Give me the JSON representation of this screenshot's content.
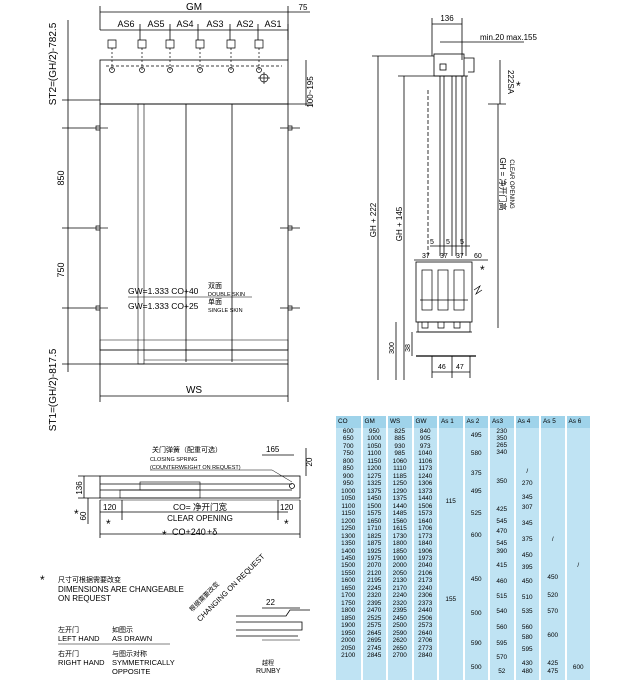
{
  "front_view": {
    "gm": "GM",
    "dim_75": "75",
    "as_labels": [
      "AS6",
      "AS5",
      "AS4",
      "AS3",
      "AS2",
      "AS1"
    ],
    "st2": "ST2=(GH/2)-782.5",
    "st1": "ST1=(GH/2)-817.5",
    "dim_850": "850",
    "dim_750": "750",
    "dim_100_195": "100~195",
    "gw_double": "GW=1.333 CO+40",
    "double_cn": "双面",
    "double_en": "DOUBLE SKIN",
    "gw_single": "GW=1.333 CO+25",
    "single_cn": "单面",
    "single_en": "SINGLE SKIN",
    "ws": "WS"
  },
  "side_view": {
    "dim_136": "136",
    "min_max": "min.20  max.155",
    "sa": "222SA",
    "asterisk": "*",
    "gh222": "GH + 222",
    "gh145": "GH + 145",
    "gh_clear_cn": "GH = 净开门高",
    "gh_clear_en": "CLEAR OPENING",
    "d5": [
      "5",
      "5",
      "5"
    ],
    "d37": [
      "37",
      "37",
      "37"
    ],
    "d60": "60",
    "d300": "300",
    "d38": "38",
    "d46": "46",
    "d47": "47"
  },
  "plan_view": {
    "spring_cn": "关门弹簧（配重可选）",
    "spring_en1": "CLOSING SPRING",
    "spring_en2": "(COUNTERWEIGHT ON REQUEST)",
    "d165": "165",
    "d20": "20",
    "d136": "136",
    "d60": "60",
    "d120a": "120",
    "d120b": "120",
    "co_cn": "CO= 净开门宽",
    "co_en": "CLEAR OPENING",
    "co240": "CO+240",
    "co240_tail": "+δ",
    "star": "*"
  },
  "notes": {
    "star": "*",
    "dim_cn": "尺寸可根据需要改变",
    "dim_en1": "DIMENSIONS ARE CHANGEABLE",
    "dim_en2": "ON REQUEST",
    "lh_cn": "左开门",
    "lh_en": "LEFT HAND",
    "as_drawn_cn": "如图示",
    "as_drawn_en": "AS DRAWN",
    "rh_cn": "右开门",
    "rh_en": "RIGHT HAND",
    "sym_cn": "与图示对称",
    "sym_en1": "SYMMETRICALLY",
    "sym_en2": "OPPOSITE",
    "change_cn": "根据需要改变",
    "change_en": "CHANGING ON REQUEST",
    "d22": "22",
    "runby_cn": "越程",
    "runby_en": "RUNBY"
  },
  "table": {
    "headers": [
      "CO",
      "GM",
      "WS",
      "GW",
      "As 1",
      "As 2",
      "As3",
      "As 4",
      "As 5",
      "As 6"
    ],
    "co": [
      "600",
      "650",
      "700",
      "750",
      "800",
      "850",
      "900",
      "950",
      "1000",
      "1050",
      "1100",
      "1150",
      "1200",
      "1250",
      "1300",
      "1350",
      "1400",
      "1450",
      "1500",
      "1550",
      "1600",
      "1650",
      "1700",
      "1750",
      "1800",
      "1850",
      "1900",
      "1950",
      "2000",
      "2050",
      "2100"
    ],
    "gm": [
      "950",
      "1000",
      "1050",
      "1100",
      "1150",
      "1200",
      "1275",
      "1325",
      "1375",
      "1450",
      "1500",
      "1575",
      "1650",
      "1710",
      "1825",
      "1875",
      "1925",
      "1975",
      "2070",
      "2120",
      "2195",
      "2245",
      "2320",
      "2395",
      "2470",
      "2525",
      "2575",
      "2645",
      "2695",
      "2745",
      "2845"
    ],
    "ws": [
      "825",
      "885",
      "930",
      "985",
      "1060",
      "1110",
      "1185",
      "1250",
      "1290",
      "1375",
      "1440",
      "1485",
      "1560",
      "1615",
      "1730",
      "1800",
      "1850",
      "1900",
      "2000",
      "2050",
      "2130",
      "2170",
      "2240",
      "2320",
      "2395",
      "2450",
      "2500",
      "2590",
      "2620",
      "2650",
      "2700"
    ],
    "gw": [
      "840",
      "905",
      "973",
      "1040",
      "1106",
      "1173",
      "1240",
      "1306",
      "1373",
      "1440",
      "1506",
      "1573",
      "1640",
      "1706",
      "1773",
      "1840",
      "1906",
      "1973",
      "2040",
      "2106",
      "2173",
      "2240",
      "2306",
      "2373",
      "2440",
      "2506",
      "2573",
      "2640",
      "2706",
      "2773",
      "2840"
    ],
    "as1": [
      "115",
      "155"
    ],
    "as2": [
      "495",
      "580",
      "375",
      "495",
      "525",
      "600",
      "450",
      "500",
      "590",
      "500"
    ],
    "as3": [
      "230",
      "350",
      "265",
      "340",
      "350",
      "425",
      "545",
      "470",
      "545",
      "390",
      "415",
      "460",
      "515",
      "540",
      "560",
      "595",
      "570",
      "52"
    ],
    "as4": [
      "/",
      "270",
      "345",
      "307",
      "345",
      "375",
      "450",
      "395",
      "450",
      "510",
      "535",
      "560",
      "580",
      "595",
      "430",
      "480"
    ],
    "as5": [
      "/",
      "450",
      "520",
      "570",
      "600",
      "425",
      "475"
    ],
    "as6": [
      "/",
      "600"
    ]
  }
}
